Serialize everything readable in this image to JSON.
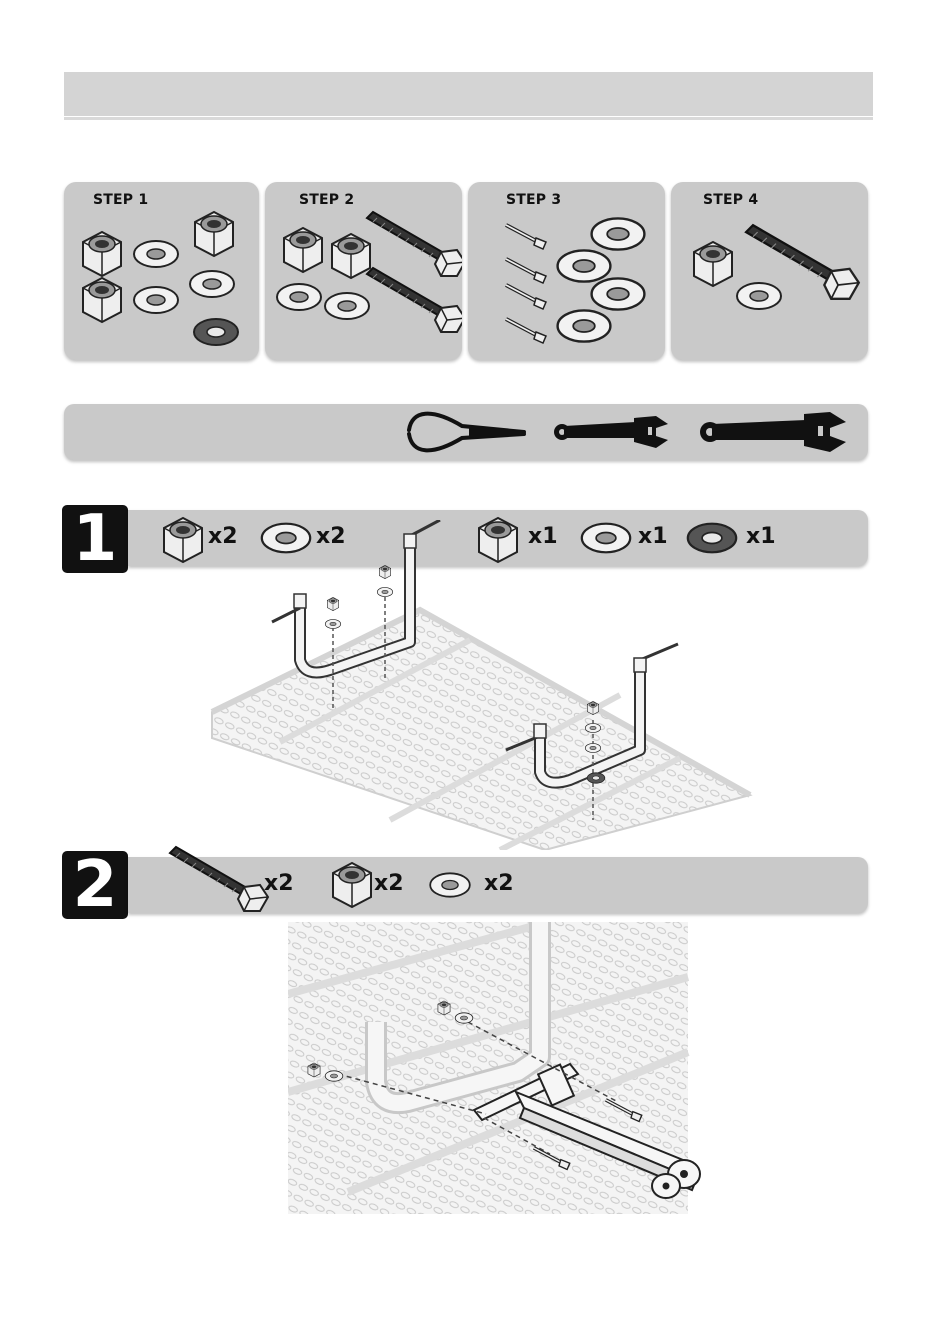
{
  "parts_steps": [
    {
      "title": "STEP 1"
    },
    {
      "title": "STEP 2"
    },
    {
      "title": "STEP 3"
    },
    {
      "title": "STEP 4"
    }
  ],
  "step1": {
    "number": "1",
    "quantities": [
      "x2",
      "x2",
      "x1",
      "x1",
      "x1"
    ]
  },
  "step2": {
    "number": "2",
    "quantities": [
      "x2",
      "x2",
      "x2"
    ]
  },
  "colors": {
    "panel": "#c9c9c9",
    "header": "#d4d4d4",
    "ink": "#111111"
  }
}
